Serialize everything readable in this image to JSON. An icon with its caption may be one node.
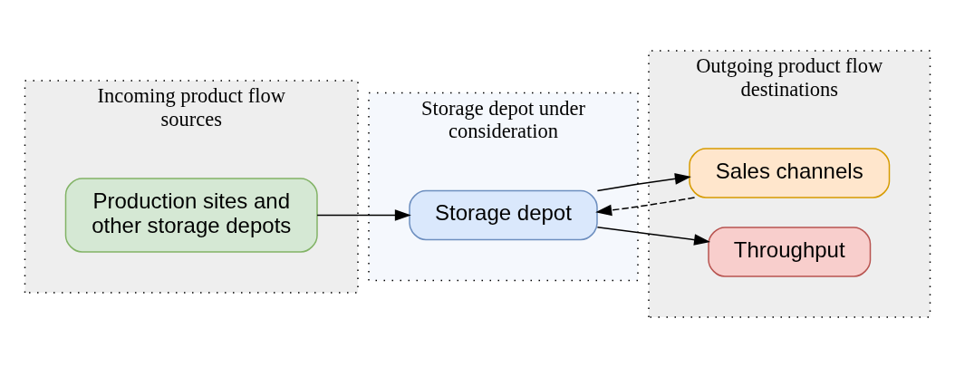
{
  "diagram": {
    "nodes": [
      {
        "text": [
          "Incoming product flow sources"
        ]
      },
      {
        "text": [
          "Production sites and other storage depots"
        ],
        "in": 0
      },
      {
        "text": [
          "Storage depot under consideration"
        ]
      },
      {
        "text": [
          "Storage depot"
        ],
        "in": 2
      },
      {
        "text": [
          "Outgoing product flow destinations"
        ]
      },
      {
        "text": [
          "Sales channels"
        ],
        "in": 4
      },
      {
        "text": [
          "Throughput"
        ],
        "in": 4
      }
    ],
    "edges": [
      {
        "from": 1,
        "to": 3,
        "arrow": "to"
      },
      {
        "from": 3,
        "to": 5,
        "arrow": "to"
      },
      {
        "from": 3,
        "to": 6,
        "arrow": "to"
      },
      {
        "from": 5,
        "to": 3,
        "arrow": "to",
        "style": "dashed"
      }
    ]
  }
}
